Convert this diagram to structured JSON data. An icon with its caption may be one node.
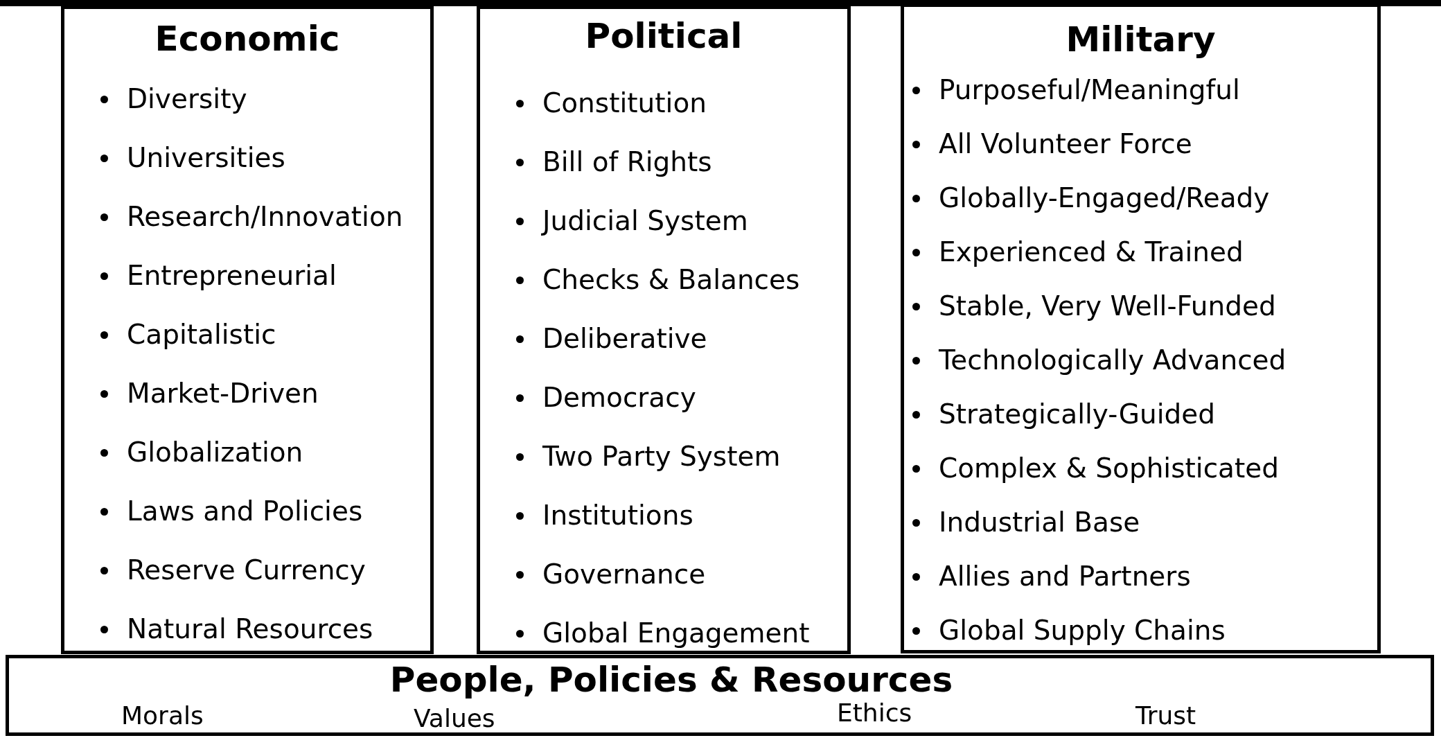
{
  "diagram": {
    "nodes": [
      {
        "text": [
          "Economic",
          "Diversity",
          "Universities",
          "Research/Innovation",
          "Entrepreneurial",
          "Capitalistic",
          "Market-Driven",
          "Globalization",
          "Laws and Policies",
          "Reserve Currency",
          "Natural Resources"
        ]
      },
      {
        "text": [
          "Political",
          "Constitution",
          "Bill of Rights",
          "Judicial System",
          "Checks & Balances",
          "Deliberative",
          "Democracy",
          "Two Party System",
          "Institutions",
          "Governance",
          "Global Engagement"
        ]
      },
      {
        "text": [
          "Military",
          "Purposeful/Meaningful",
          "All Volunteer Force",
          "Globally-Engaged/Ready",
          "Experienced & Trained",
          "Stable, Very Well-Funded",
          "Technologically Advanced",
          "Strategically-Guided",
          "Complex & Sophisticated",
          "Industrial Base",
          "Allies and Partners",
          "Global Supply Chains"
        ]
      },
      {
        "text": [
          "People, Policies & Resources",
          "Morals",
          "Values",
          "Ethics",
          "Trust"
        ]
      }
    ]
  }
}
